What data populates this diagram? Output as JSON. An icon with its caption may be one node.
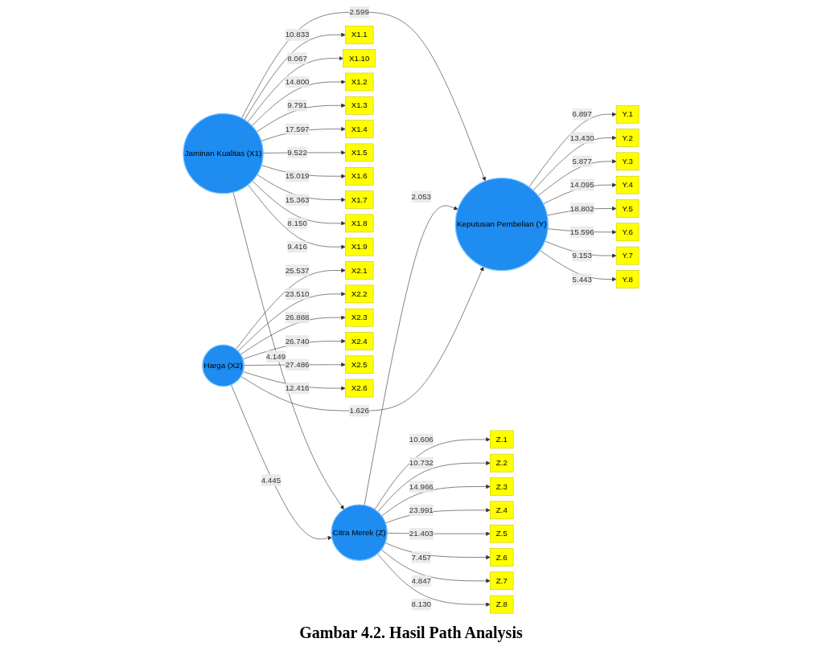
{
  "diagram": {
    "caption": "Gambar 4.2. Hasil Path Analysis",
    "nodes": [
      {
        "text": [
          "Jaminan Kualitas (X1)"
        ]
      },
      {
        "text": [
          "X1.1"
        ]
      },
      {
        "text": [
          "X1.10"
        ]
      },
      {
        "text": [
          "X1.2"
        ]
      },
      {
        "text": [
          "X1.3"
        ]
      },
      {
        "text": [
          "X1.4"
        ]
      },
      {
        "text": [
          "X1.5"
        ]
      },
      {
        "text": [
          "X1.6"
        ]
      },
      {
        "text": [
          "X1.7"
        ]
      },
      {
        "text": [
          "X1.8"
        ]
      },
      {
        "text": [
          "X1.9"
        ]
      },
      {
        "text": [
          "Citra Merek (Z)"
        ]
      },
      {
        "text": [
          "Z.1"
        ]
      },
      {
        "text": [
          "Z.2"
        ]
      },
      {
        "text": [
          "Z.3"
        ]
      },
      {
        "text": [
          "Z.4"
        ]
      },
      {
        "text": [
          "Z.5"
        ]
      },
      {
        "text": [
          "Z.6"
        ]
      },
      {
        "text": [
          "Z.7"
        ]
      },
      {
        "text": [
          "Z.8"
        ]
      },
      {
        "text": [
          "Harga (X2)"
        ]
      },
      {
        "text": [
          "X2.1"
        ]
      },
      {
        "text": [
          "X2.2"
        ]
      },
      {
        "text": [
          "X2.3"
        ]
      },
      {
        "text": [
          "X2.4"
        ]
      },
      {
        "text": [
          "X2.5"
        ]
      },
      {
        "text": [
          "X2.6"
        ]
      },
      {
        "text": [
          "Keputusan Pembelian (Y)"
        ]
      },
      {
        "text": [
          "Y.1"
        ]
      },
      {
        "text": [
          "Y.2"
        ]
      },
      {
        "text": [
          "Y.3"
        ]
      },
      {
        "text": [
          "Y.4"
        ]
      },
      {
        "text": [
          "Y.5"
        ]
      },
      {
        "text": [
          "Y.6"
        ]
      },
      {
        "text": [
          "Y.7"
        ]
      },
      {
        "text": [
          "Y.8"
        ]
      }
    ],
    "edges": [
      {
        "from": 0,
        "to": 1,
        "arrow": "to",
        "label": "10.833"
      },
      {
        "from": 0,
        "to": 2,
        "arrow": "to",
        "label": "8.067"
      },
      {
        "from": 0,
        "to": 3,
        "arrow": "to",
        "label": "14.800"
      },
      {
        "from": 0,
        "to": 4,
        "arrow": "to",
        "label": "9.791"
      },
      {
        "from": 0,
        "to": 5,
        "arrow": "to",
        "label": "17.597"
      },
      {
        "from": 0,
        "to": 6,
        "arrow": "to",
        "label": "9.522"
      },
      {
        "from": 0,
        "to": 7,
        "arrow": "to",
        "label": "15.019"
      },
      {
        "from": 0,
        "to": 8,
        "arrow": "to",
        "label": "15.363"
      },
      {
        "from": 0,
        "to": 9,
        "arrow": "to",
        "label": "8.150"
      },
      {
        "from": 0,
        "to": 10,
        "arrow": "to",
        "label": "9.416"
      },
      {
        "from": 11,
        "to": 12,
        "arrow": "to",
        "label": "10.606"
      },
      {
        "from": 11,
        "to": 13,
        "arrow": "to",
        "label": "10.732"
      },
      {
        "from": 11,
        "to": 14,
        "arrow": "to",
        "label": "14.966"
      },
      {
        "from": 11,
        "to": 15,
        "arrow": "to",
        "label": "23.991"
      },
      {
        "from": 11,
        "to": 16,
        "arrow": "to",
        "label": "21.403"
      },
      {
        "from": 11,
        "to": 17,
        "arrow": "to",
        "label": "7.457"
      },
      {
        "from": 11,
        "to": 18,
        "arrow": "to",
        "label": "4.847"
      },
      {
        "from": 11,
        "to": 19,
        "arrow": "to",
        "label": "8.130"
      },
      {
        "from": 20,
        "to": 21,
        "arrow": "to",
        "label": "25.537"
      },
      {
        "from": 20,
        "to": 22,
        "arrow": "to",
        "label": "23.510"
      },
      {
        "from": 20,
        "to": 23,
        "arrow": "to",
        "label": "26.888"
      },
      {
        "from": 20,
        "to": 24,
        "arrow": "to",
        "label": "26.740"
      },
      {
        "from": 20,
        "to": 25,
        "arrow": "to",
        "label": "27.486"
      },
      {
        "from": 20,
        "to": 26,
        "arrow": "to",
        "label": "12.416"
      },
      {
        "from": 27,
        "to": 28,
        "arrow": "to",
        "label": "6.897"
      },
      {
        "from": 27,
        "to": 29,
        "arrow": "to",
        "label": "13.430"
      },
      {
        "from": 27,
        "to": 30,
        "arrow": "to",
        "label": "5.877"
      },
      {
        "from": 27,
        "to": 31,
        "arrow": "to",
        "label": "14.095"
      },
      {
        "from": 27,
        "to": 32,
        "arrow": "to",
        "label": "18.802"
      },
      {
        "from": 27,
        "to": 33,
        "arrow": "to",
        "label": "15.596"
      },
      {
        "from": 27,
        "to": 34,
        "arrow": "to",
        "label": "9.153"
      },
      {
        "from": 27,
        "to": 35,
        "arrow": "to",
        "label": "5.443"
      },
      {
        "from": 0,
        "to": 11,
        "arrow": "to",
        "label": "4.149"
      },
      {
        "from": 0,
        "to": 27,
        "arrow": "to",
        "label": "2.599"
      },
      {
        "from": 11,
        "to": 27,
        "arrow": "to",
        "label": "2.053"
      },
      {
        "from": 20,
        "to": 11,
        "arrow": "to",
        "label": "4.445"
      },
      {
        "from": 20,
        "to": 27,
        "arrow": "to",
        "label": "1.626"
      }
    ]
  }
}
